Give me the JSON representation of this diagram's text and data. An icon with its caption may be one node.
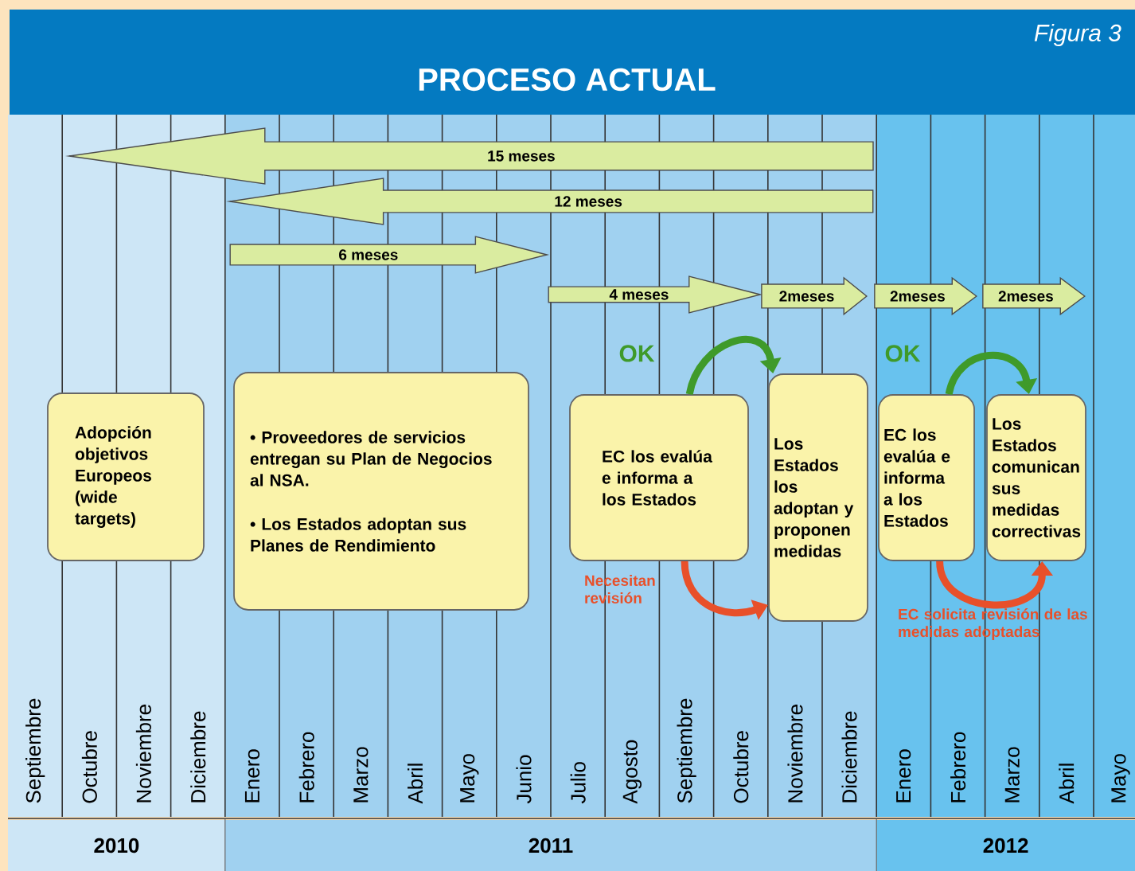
{
  "diagram": {
    "title": "PROCESO ACTUAL",
    "nodes": [
      {
        "text": [
          "15 meses"
        ]
      },
      {
        "text": [
          "12 meses"
        ]
      },
      {
        "text": [
          "6 meses"
        ]
      },
      {
        "text": [
          "4 meses"
        ]
      },
      {
        "text": [
          "2meses"
        ]
      },
      {
        "text": [
          "2meses"
        ]
      },
      {
        "text": [
          "2meses"
        ]
      },
      {
        "text": [
          "Adopción objetivos Europeos (wide targets)"
        ]
      },
      {
        "text": [
          "• Proveedores de servicios entregan su Plan de Negocios al NSA.",
          "• Los Estados adoptan sus Planes de Rendimiento"
        ]
      },
      {
        "text": [
          "EC los evalúa e informa a los Estados"
        ]
      },
      {
        "text": [
          "Los Estados los adoptan y proponen medidas"
        ]
      },
      {
        "text": [
          "EC los evalúa e informa a los Estados"
        ]
      },
      {
        "text": [
          "Los Estados comunican sus medidas correctivas"
        ]
      }
    ],
    "edges": [
      {
        "from": 9,
        "to": 10,
        "arrow": "to",
        "label": "OK",
        "color": "#3f9a2a"
      },
      {
        "from": 9,
        "to": 10,
        "arrow": "to",
        "label": "Necesitan revisión",
        "color": "#e8502a"
      },
      {
        "from": 11,
        "to": 12,
        "arrow": "to",
        "label": "OK",
        "color": "#3f9a2a"
      },
      {
        "from": 11,
        "to": 12,
        "arrow": "to",
        "label": "EC solicita revisión de las medidas adoptadas",
        "color": "#e8502a"
      }
    ],
    "labels": [
      "Figura 3",
      "Septiembre",
      "Octubre",
      "Noviembre",
      "Diciembre",
      "Enero",
      "Febrero",
      "Marzo",
      "Abril",
      "Mayo",
      "Junio",
      "Julio",
      "Agosto",
      "Septiembre",
      "Octubre",
      "Noviembre",
      "Diciembre",
      "Enero",
      "Febrero",
      "Marzo",
      "Abril",
      "Mayo",
      "2010",
      "2011",
      "2012"
    ]
  }
}
